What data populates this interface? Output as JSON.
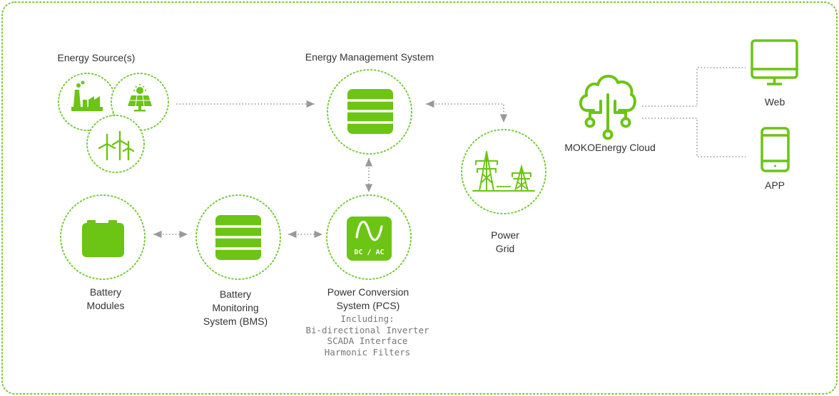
{
  "colors": {
    "accent": "#6cc414",
    "dot": "#78c93a",
    "connector": "#999999"
  },
  "labels": {
    "energy_sources": "Energy Source(s)",
    "ems": "Energy Management System",
    "battery_modules": [
      "Battery",
      "Modules"
    ],
    "bms": [
      "Battery",
      "Monitoring",
      "System (BMS)"
    ],
    "pcs": [
      "Power Conversion",
      "System (PCS)"
    ],
    "pcs_including": [
      "Including:",
      "Bi-directional Inverter",
      "SCADA Interface",
      "Harmonic Filters"
    ],
    "power_grid": [
      "Power",
      "Grid"
    ],
    "cloud": "MOKOEnergy Cloud",
    "web": "Web",
    "app": "APP",
    "dc_ac": "DC / AC"
  },
  "icons": {
    "sources": [
      "power-plant-icon",
      "solar-panel-icon",
      "wind-turbine-icon"
    ],
    "ems": "server-stack-icon",
    "battery": "battery-icon",
    "bms": "server-stack-icon",
    "pcs": "inverter-icon",
    "grid": "transmission-tower-icon",
    "cloud": "cloud-network-icon",
    "web": "monitor-icon",
    "app": "smartphone-icon"
  }
}
